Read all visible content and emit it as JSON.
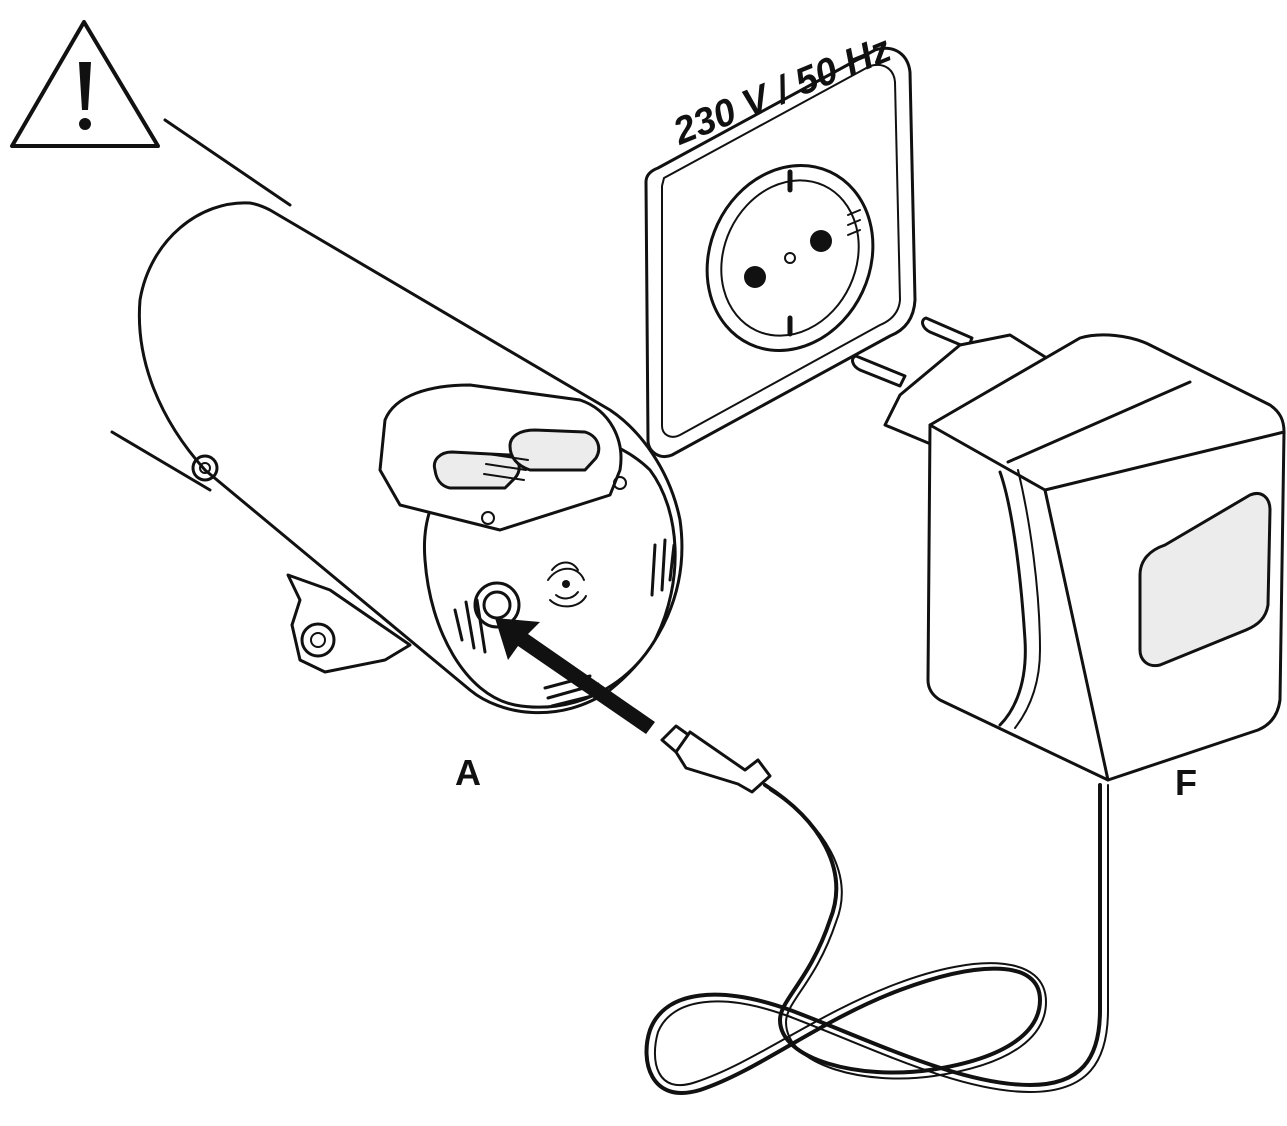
{
  "labels": {
    "voltage": "230 V / 50 Hz",
    "device_label": "A",
    "adapter_label": "F"
  },
  "icons": {
    "warning": "warning-triangle-icon",
    "insert_direction": "arrow-icon"
  },
  "colors": {
    "ink": "#111111",
    "paper": "#ffffff"
  }
}
